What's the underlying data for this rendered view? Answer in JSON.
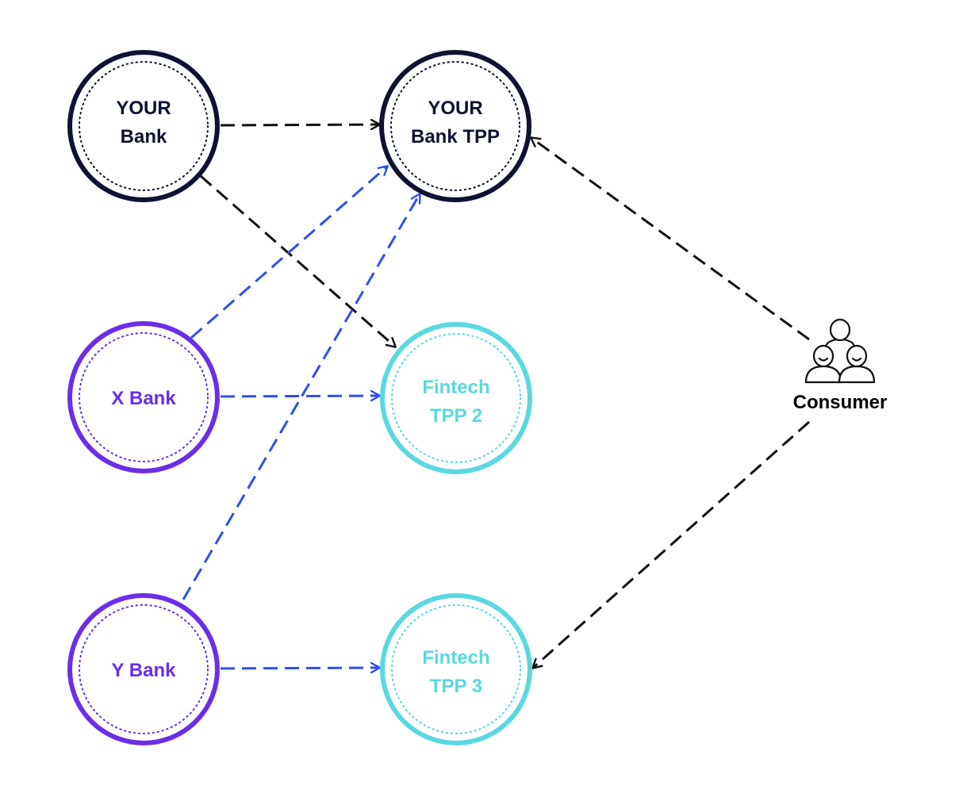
{
  "colors": {
    "dark": "#0e1232",
    "purple": "#6a2ee8",
    "cyan": "#5ad8e0",
    "blue_arrow": "#2e4ff0",
    "black_arrow": "#111111"
  },
  "nodes": {
    "your_bank": {
      "line1": "YOUR",
      "line2": "Bank"
    },
    "your_bank_tpp": {
      "line1": "YOUR",
      "line2": "Bank TPP"
    },
    "x_bank": {
      "line1": "X Bank"
    },
    "y_bank": {
      "line1": "Y Bank"
    },
    "fintech_tpp2": {
      "line1": "Fintech",
      "line2": "TPP 2"
    },
    "fintech_tpp3": {
      "line1": "Fintech",
      "line2": "TPP 3"
    }
  },
  "consumer": {
    "label": "Consumer",
    "icon": "people-group-icon"
  },
  "edges": [
    {
      "from": "YOUR Bank",
      "to": "YOUR Bank TPP",
      "color": "black"
    },
    {
      "from": "YOUR Bank",
      "to": "Fintech TPP 2",
      "color": "black"
    },
    {
      "from": "X Bank",
      "to": "YOUR Bank TPP",
      "color": "blue"
    },
    {
      "from": "X Bank",
      "to": "Fintech TPP 2",
      "color": "blue"
    },
    {
      "from": "Y Bank",
      "to": "YOUR Bank TPP",
      "color": "blue"
    },
    {
      "from": "Y Bank",
      "to": "Fintech TPP 3",
      "color": "blue"
    },
    {
      "from": "Consumer",
      "to": "YOUR Bank TPP",
      "color": "black"
    },
    {
      "from": "Consumer",
      "to": "Fintech TPP 3",
      "color": "black"
    }
  ]
}
